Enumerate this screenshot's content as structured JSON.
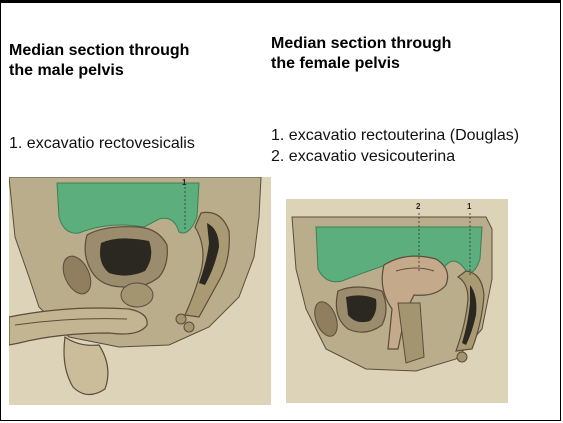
{
  "male": {
    "title": "Median section through\nthe male pelvis",
    "legend": [
      "1. excavatio rectovesicalis"
    ],
    "markers": [
      "1"
    ]
  },
  "female": {
    "title": "Median section through\nthe female pelvis",
    "legend": [
      "1. excavatio rectouterina (Douglas)",
      "2. excavatio vesicouterina"
    ],
    "markers": [
      "2",
      "1"
    ]
  },
  "colors": {
    "peritoneum_green": "#5cae7c",
    "tissue_tan": "#b9ad8c",
    "skin": "#ddd3b8",
    "dark_lumen": "#2b2721",
    "outline": "#5a4d3a"
  }
}
